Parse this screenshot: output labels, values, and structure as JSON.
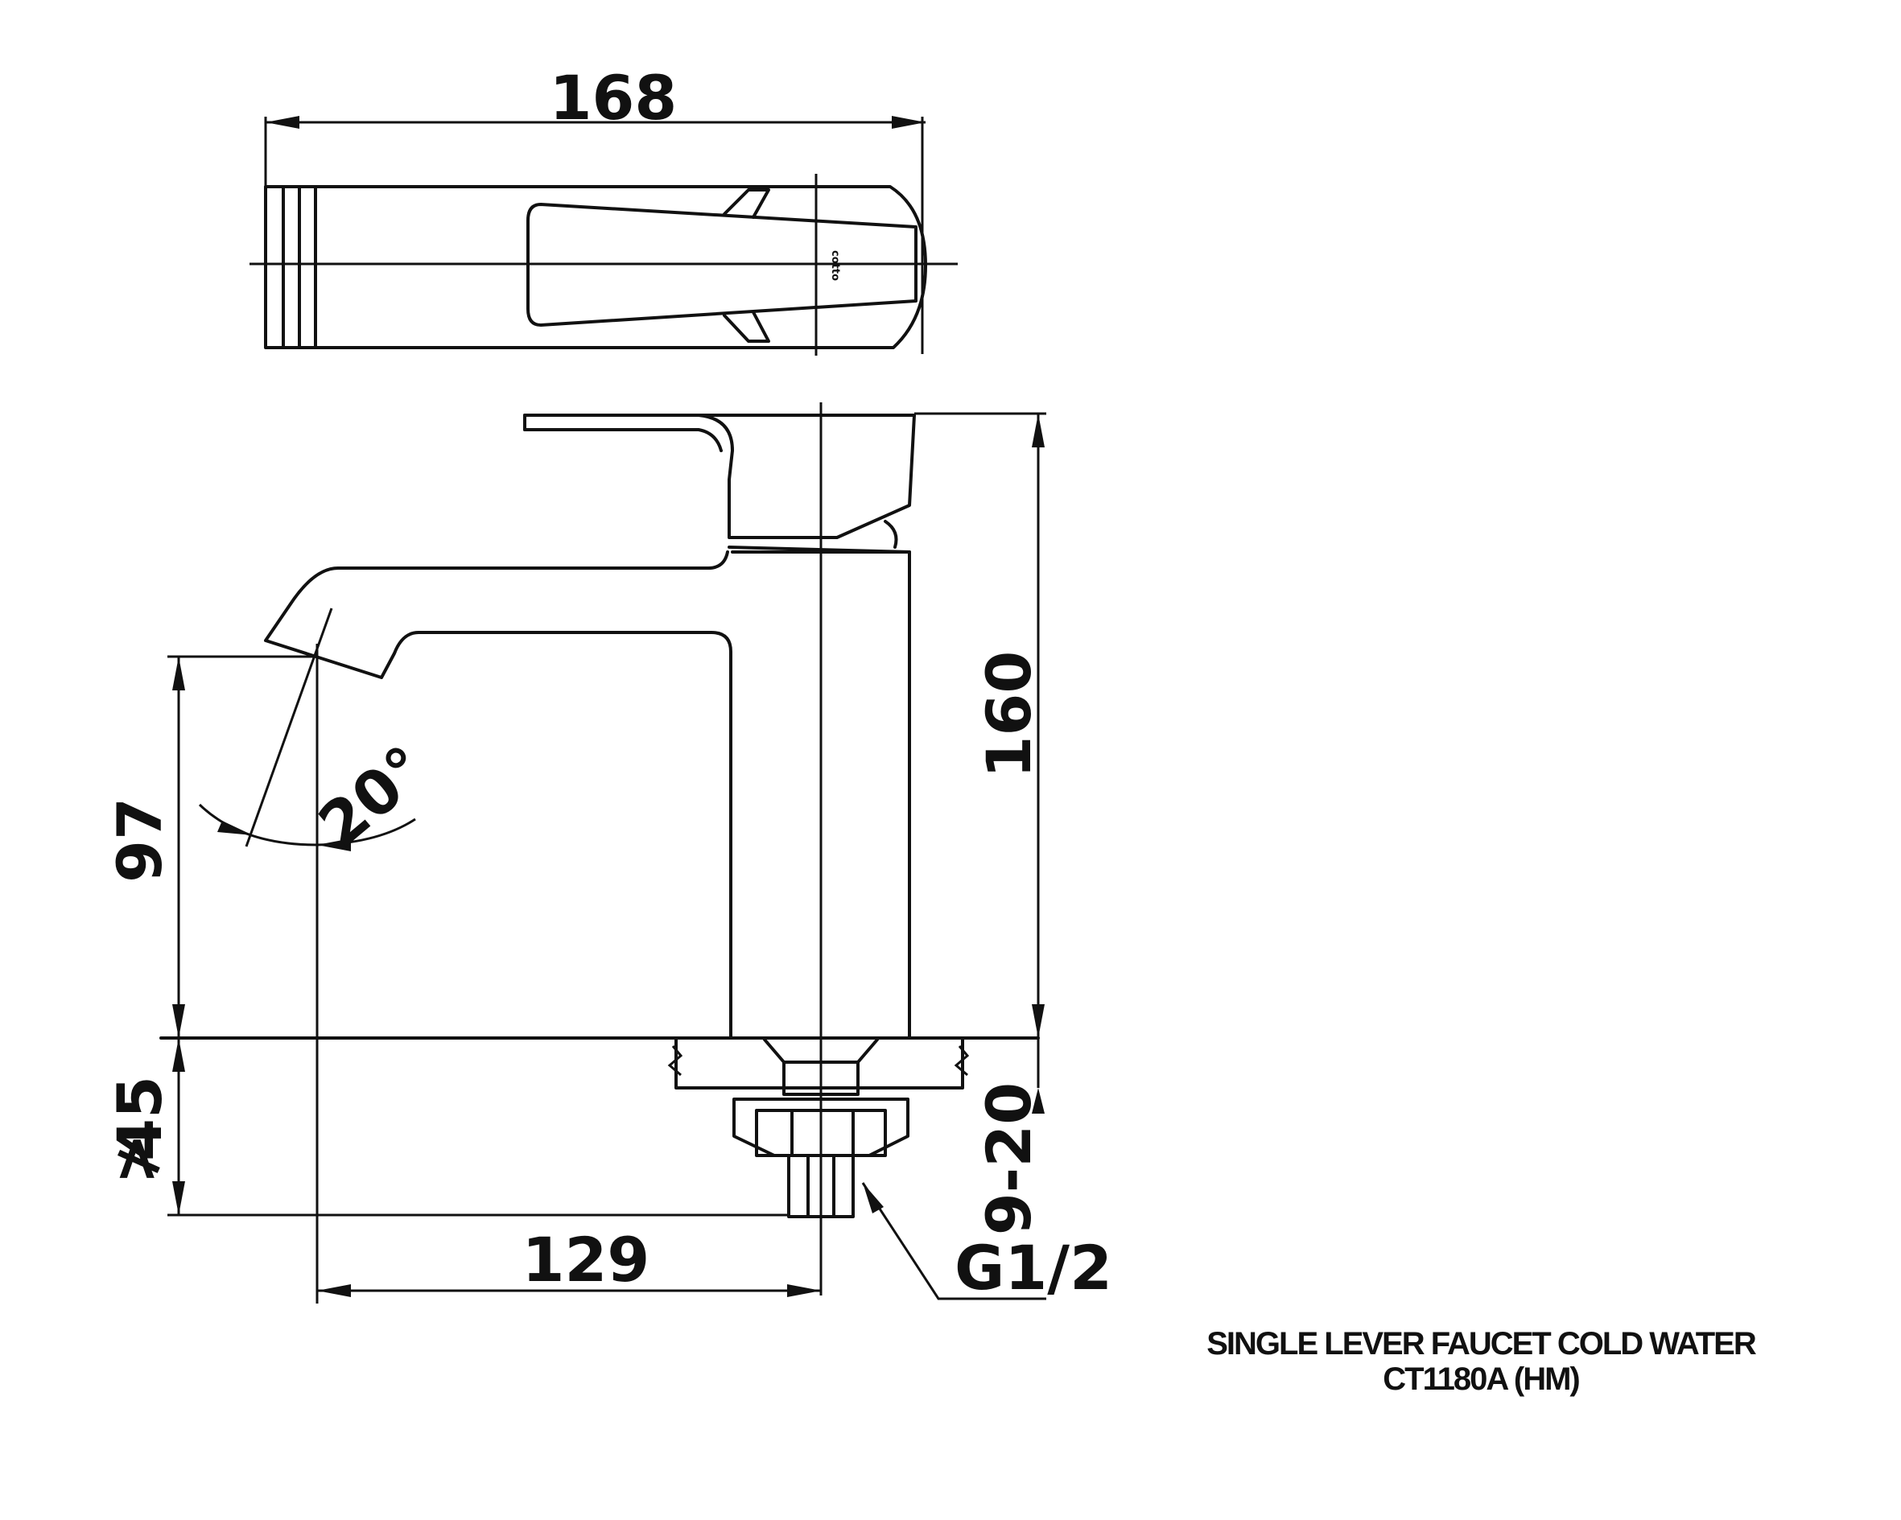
{
  "dimensions": {
    "width_top": "168",
    "height_total": "160",
    "spout_height": "97",
    "angle": "20°",
    "shank_length": "45",
    "shank_prefix": "≯",
    "spout_reach": "129",
    "counter_thickness": "9-20",
    "thread": "G1/2"
  },
  "logo": "cotto",
  "title": {
    "line1": "SINGLE LEVER FAUCET   COLD WATER",
    "line2": "CT1180A (HM)"
  }
}
